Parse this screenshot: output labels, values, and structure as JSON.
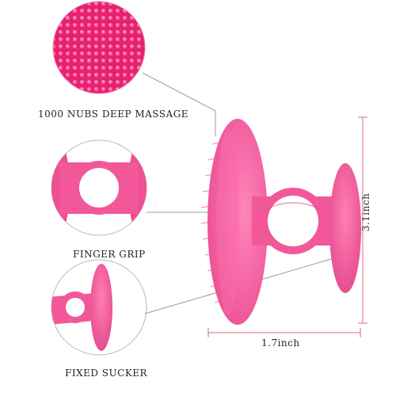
{
  "callouts": {
    "nubs_label": "1000 NUBS DEEP MASSAGE",
    "grip_label": "FINGER GRIP",
    "sucker_label": "FIXED SUCKER"
  },
  "dimensions": {
    "width_label": "1.7inch",
    "height_label": "3.1inch"
  },
  "colors": {
    "product_pink": "#f2569a",
    "product_pink_dark": "#d93a80",
    "nubs_pink": "#e8206e",
    "line_gray": "#9a9a9a",
    "dimension_red": "#d86a8a",
    "circle_outline": "#b8b8b8"
  }
}
